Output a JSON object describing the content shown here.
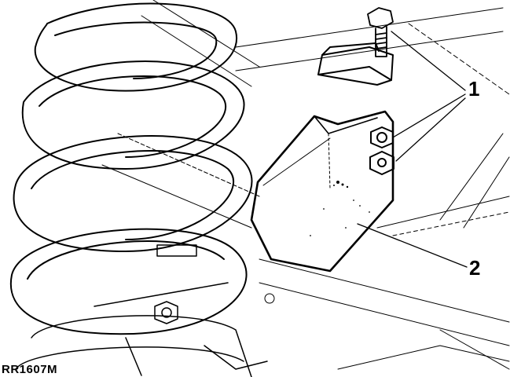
{
  "figure": {
    "reference_code": "RR1607M",
    "callouts": [
      {
        "label": "1"
      },
      {
        "label": "2"
      }
    ],
    "colors": {
      "ink": "#000000",
      "paper": "#ffffff"
    }
  }
}
